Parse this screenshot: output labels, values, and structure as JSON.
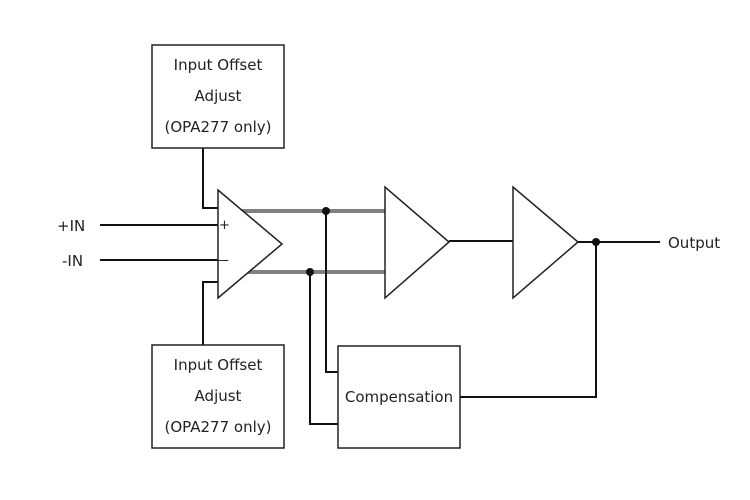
{
  "offset_adjust_top": {
    "line1": "Input Offset",
    "line2": "Adjust",
    "line3": "(OPA277 only)"
  },
  "offset_adjust_bottom": {
    "line1": "Input Offset",
    "line2": "Adjust",
    "line3": "(OPA277 only)"
  },
  "compensation": {
    "label": "Compensation"
  },
  "inputs": {
    "positive": "+IN",
    "negative": "-IN"
  },
  "input_stage": {
    "plus_sign": "+",
    "minus_sign": "—"
  },
  "output": {
    "label": "Output"
  },
  "colors": {
    "wire": "#111111",
    "bus": "#808080",
    "outline": "#222222",
    "background": "#ffffff"
  }
}
